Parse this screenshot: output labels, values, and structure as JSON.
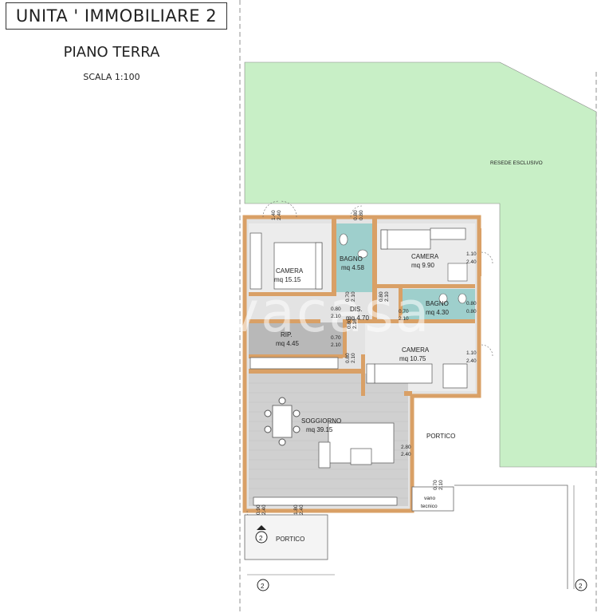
{
  "header": {
    "title": "UNITA ' IMMOBILIARE  2",
    "subtitle": "PIANO TERRA",
    "scale": "SCALA 1:100"
  },
  "watermark": "trovacasa",
  "colors": {
    "garden": "#c8efc6",
    "walls": "#d9a066",
    "bath_tile": "#9ecfcc",
    "floor": "#d4d4d4"
  },
  "areas": {
    "garden": "RESEDE ESCLUSIVO",
    "portico_right": "PORTICO",
    "portico_bottom": "PORTICO",
    "vano": [
      "vano",
      "tecnico"
    ]
  },
  "rooms": [
    {
      "name": "CAMERA",
      "area": "mq 15.15"
    },
    {
      "name": "BAGNO",
      "area": "mq 4.58"
    },
    {
      "name": "CAMERA",
      "area": "mq 9.90"
    },
    {
      "name": "DIS.",
      "area": "mq 4.70"
    },
    {
      "name": "BAGNO",
      "area": "mq 4.30"
    },
    {
      "name": "RIP.",
      "area": "mq 4.45"
    },
    {
      "name": "CAMERA",
      "area": "mq 10.75"
    },
    {
      "name": "SOGGIORNO",
      "area": "mq 39.15"
    }
  ],
  "openings": [
    {
      "w": "1.40",
      "h": "2.40"
    },
    {
      "w": "0.80",
      "h": "0.80"
    },
    {
      "w": "1.10",
      "h": "2.40"
    },
    {
      "w": "0.80",
      "h": "0.80"
    },
    {
      "w": "1.10",
      "h": "2.40"
    },
    {
      "w": "0.70",
      "h": "2.10"
    },
    {
      "w": "0.80",
      "h": "2.10"
    },
    {
      "w": "0.80",
      "h": "2.10"
    },
    {
      "w": "0.70",
      "h": "2.10"
    },
    {
      "w": "0.70",
      "h": "2.10"
    },
    {
      "w": "0.80",
      "h": "2.10"
    },
    {
      "w": "0.80",
      "h": "2.10"
    },
    {
      "w": "2.80",
      "h": "2.40"
    },
    {
      "w": "0.70",
      "h": "2.10"
    },
    {
      "w": "0.90",
      "h": "2.40"
    },
    {
      "w": "1.80",
      "h": "2.40"
    }
  ],
  "section_marker": "2"
}
